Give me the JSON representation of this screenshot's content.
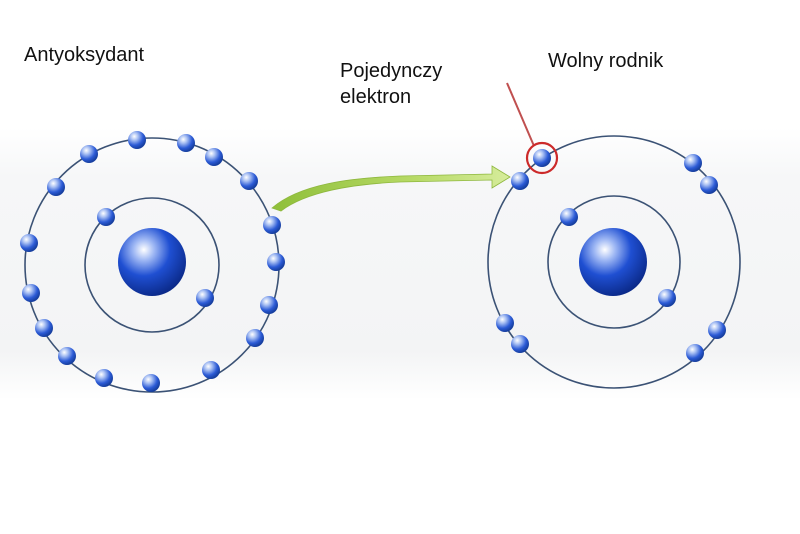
{
  "labels": {
    "antioxidant": "Antyoksydant",
    "single_electron_line1": "Pojedynczy",
    "single_electron_line2": "elektron",
    "free_radical": "Wolny rodnik"
  },
  "colors": {
    "orbit": "#3b5275",
    "electron": "#2c5bd6",
    "nucleus": "#1f4fd2",
    "arrow": "#a6cf4f",
    "highlight": "#cc2a2a"
  }
}
